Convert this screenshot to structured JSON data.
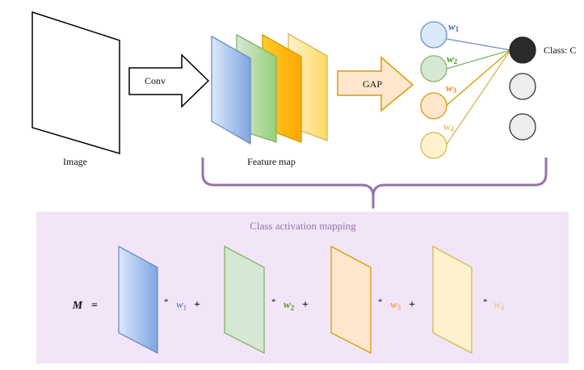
{
  "image_label": "Image",
  "conv_label": "Conv",
  "feature_map_label": "Feature map",
  "gap_label": "GAP",
  "class_label": "Class: C",
  "weights": [
    {
      "symbol": "w",
      "sub": "1",
      "color": "#3d6fb6"
    },
    {
      "symbol": "w",
      "sub": "2",
      "color": "#4d9a1f"
    },
    {
      "symbol": "w",
      "sub": "3",
      "color": "#f08a24"
    },
    {
      "symbol": "w",
      "sub": "4",
      "color": "#e3c56a"
    }
  ],
  "cam": {
    "title": "Class activation mapping",
    "lhs": "M",
    "equals": "=",
    "times": "*",
    "plus": "+"
  },
  "colors": {
    "blue_fill": "#dae8fc",
    "blue_stroke": "#6c8ebf",
    "green_fill": "#d5e8d4",
    "green_stroke": "#82b366",
    "orange_fill": "#ffe6cc",
    "orange_stroke": "#d79b00",
    "yellow_fill": "#fff2cc",
    "yellow_stroke": "#d6b656",
    "purple": "#9673a6",
    "cam_bg": "#f3e5f8"
  }
}
